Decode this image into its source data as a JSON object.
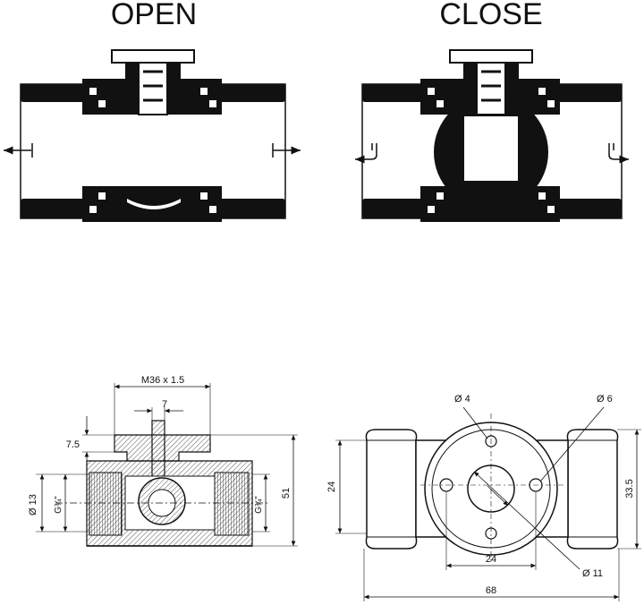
{
  "panels": {
    "open_title": "OPEN",
    "close_title": "CLOSE"
  },
  "dimensions": {
    "thread": "M36 x 1.5",
    "stem_width": "7",
    "top_height": "7.5",
    "bore_dia": "Ø 13",
    "pipe_thread_left": "G¾\"",
    "pipe_thread_right": "G¾\"",
    "overall_height": "51",
    "hole_small": "Ø 4",
    "hole_large": "Ø 6",
    "vertical_24": "24",
    "horizontal_24": "24",
    "center_dia": "Ø 11",
    "height_33_5": "33.5",
    "overall_length": "68"
  },
  "colors": {
    "ink": "#111111",
    "paper": "#ffffff",
    "hatch": "#777777"
  }
}
